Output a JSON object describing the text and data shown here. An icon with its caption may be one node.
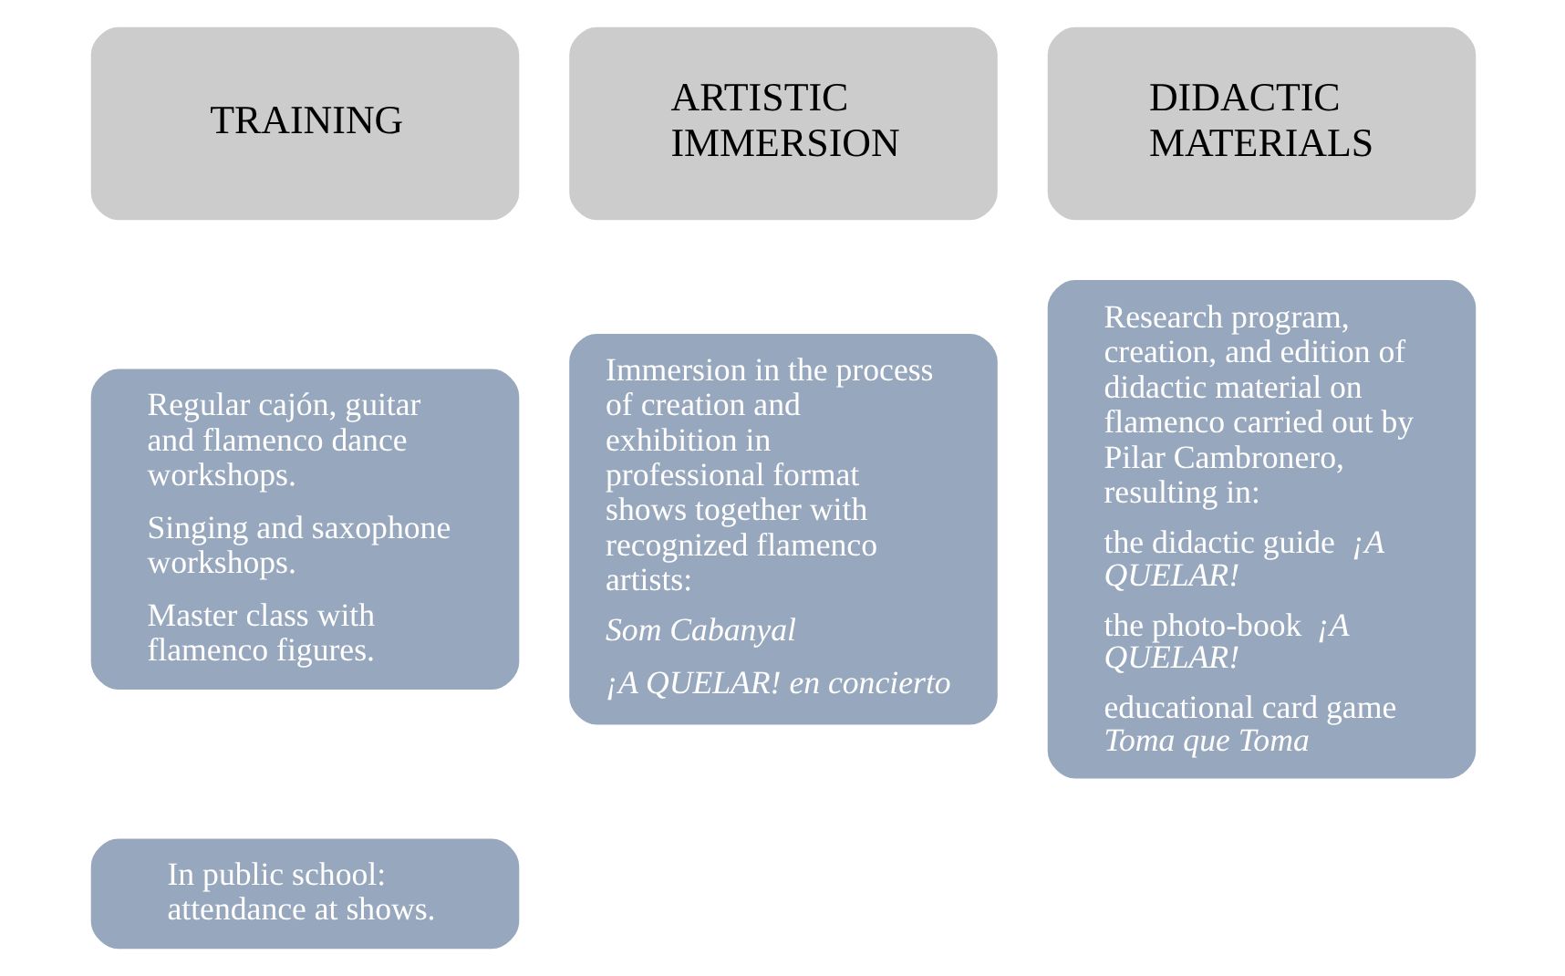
{
  "diagram": {
    "nodes": [
      {
        "text": [
          "TRAINING"
        ]
      },
      {
        "text": [
          "Regular cajón, guitar and flamenco dance workshops.",
          "Singing and saxophone workshops.",
          "Master class with flamenco figures."
        ]
      },
      {
        "text": [
          "In public school: attendance at shows."
        ]
      },
      {
        "text": [
          "ARTISTIC IMMERSION"
        ]
      },
      {
        "text": [
          "Immersion in the process of creation and exhibition in professional format shows together with recognized flamenco artists:",
          "Som Cabanyal",
          "¡A QUELAR! en concierto"
        ]
      },
      {
        "text": [
          "DIDACTIC MATERIALS"
        ]
      },
      {
        "text": [
          "Research program, creation, and edition of didactic material on flamenco carried out by Pilar Cambronero, resulting in:",
          "the didactic guide *¡A QUELAR!*",
          "the photo-book *¡A QUELAR!*",
          "educational card game *Toma que Toma*"
        ]
      }
    ]
  }
}
